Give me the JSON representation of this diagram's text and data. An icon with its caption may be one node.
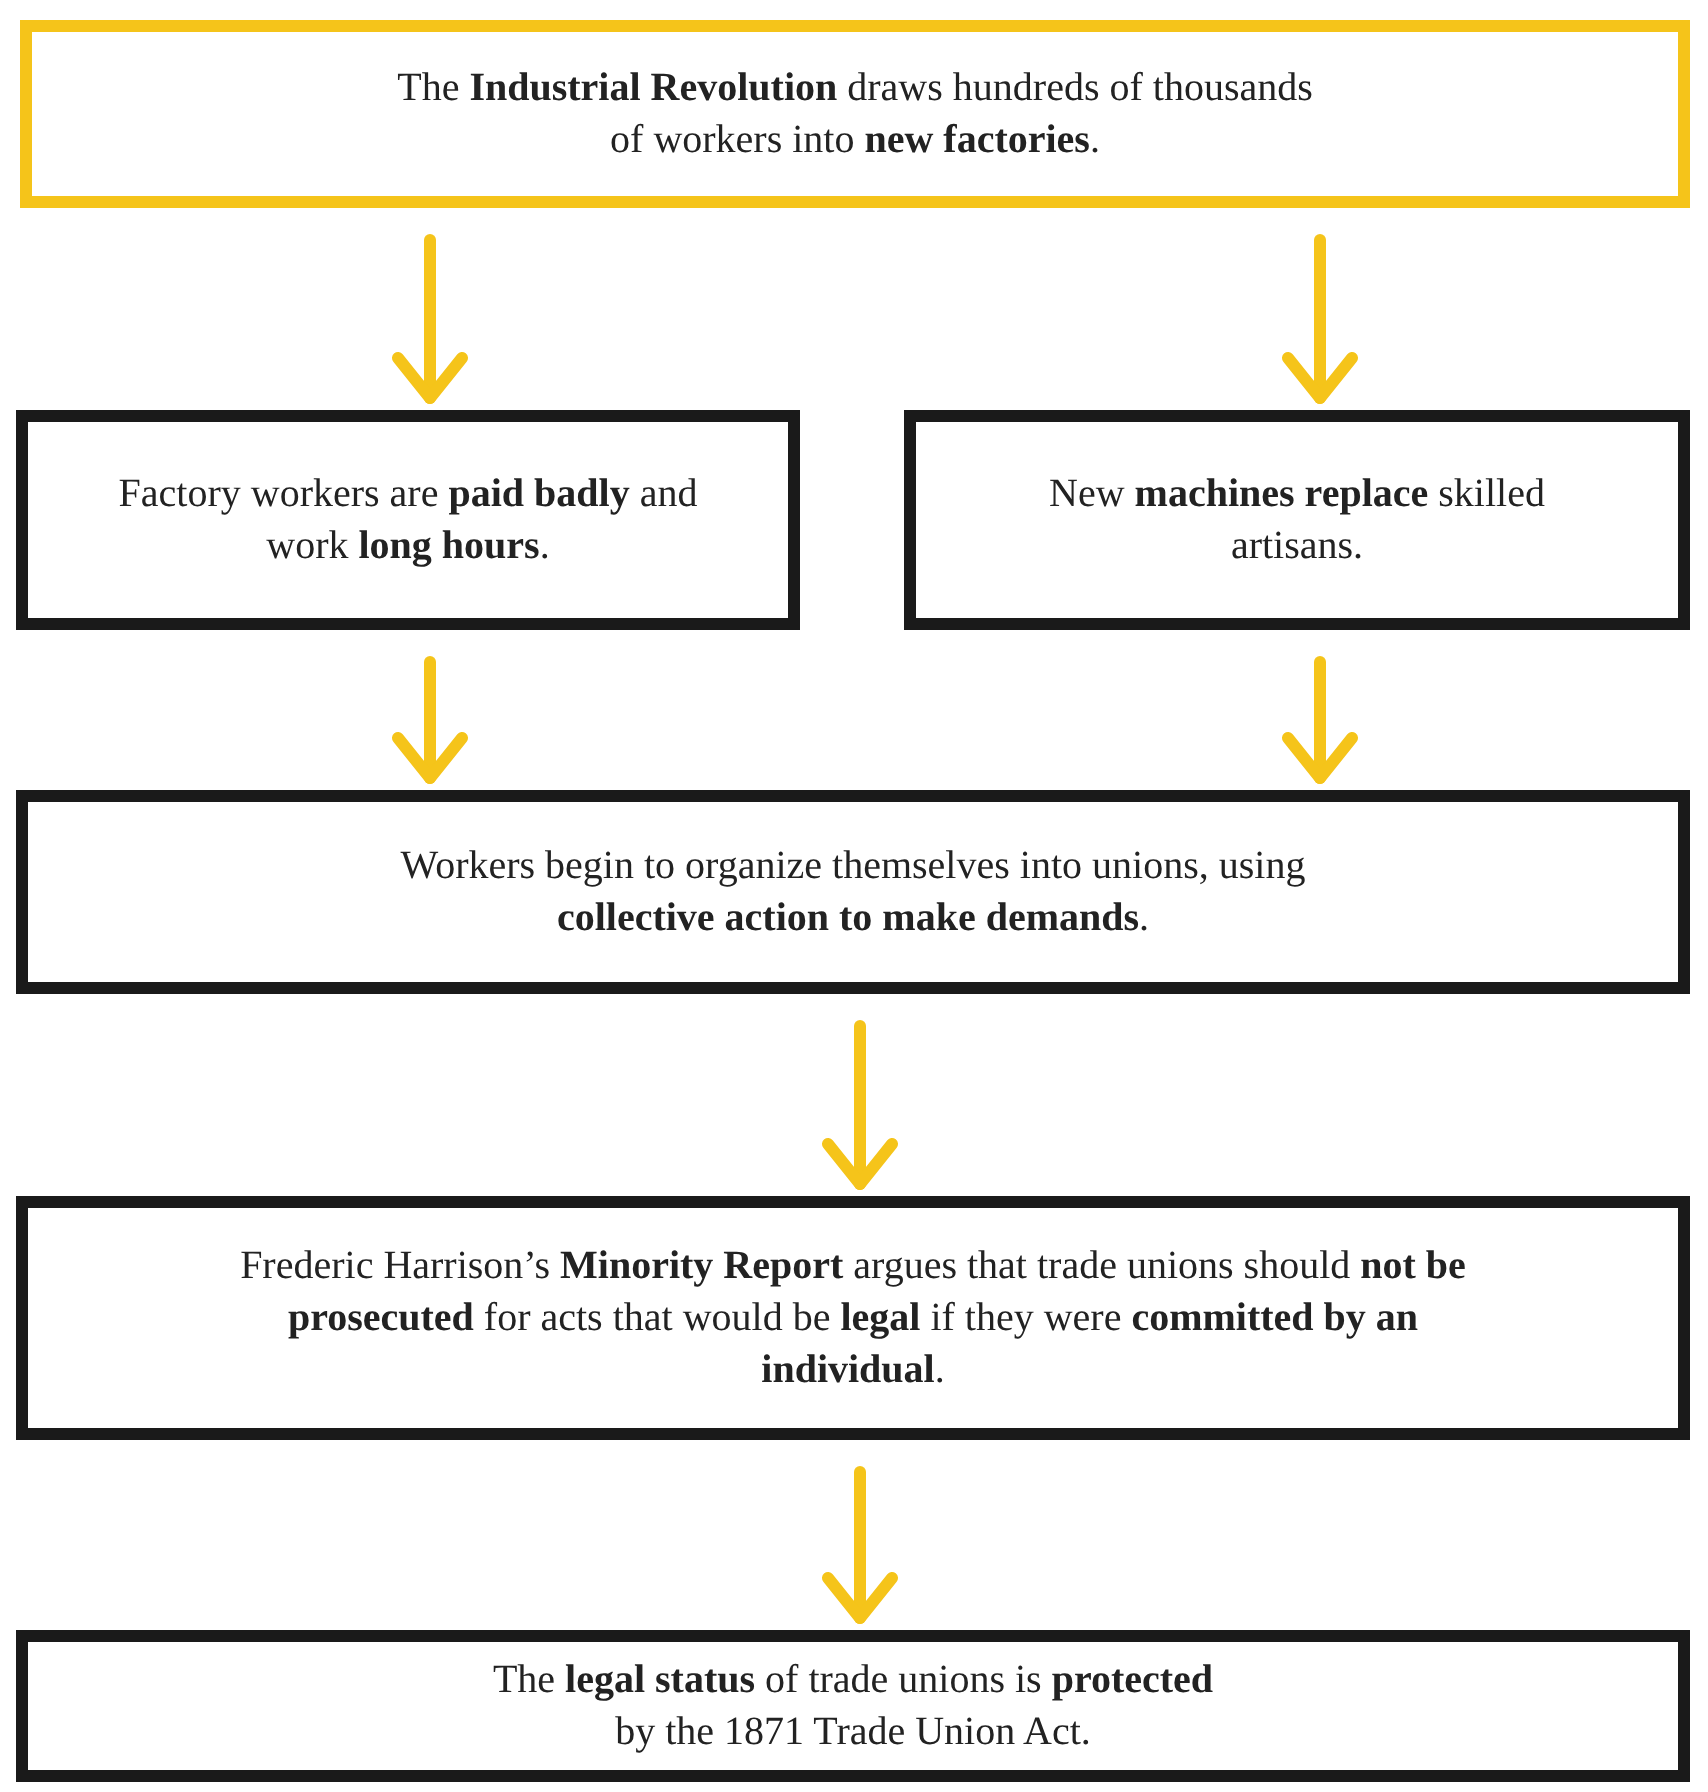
{
  "diagram": {
    "nodes": [
      {
        "text": [
          "The **Industrial Revolution** draws hundreds of thousands of workers into **new factories**."
        ]
      },
      {
        "text": [
          "Factory workers are **paid badly** and work **long hours**."
        ]
      },
      {
        "text": [
          "New **machines replace** skilled artisans."
        ]
      },
      {
        "text": [
          "Workers begin to organize themselves into unions, using **collective action to make demands**."
        ]
      },
      {
        "text": [
          "Frederic Harrison’s **Minority Report** argues that trade unions should **not be prosecuted** for acts that would be **legal** if they were **committed by an individual**."
        ]
      },
      {
        "text": [
          "The **legal status** of trade unions is **protected** by the 1871 Trade Union Act."
        ]
      }
    ],
    "edges": [
      {
        "from": 0,
        "to": 1,
        "arrow": "to"
      },
      {
        "from": 0,
        "to": 2,
        "arrow": "to"
      },
      {
        "from": 1,
        "to": 3,
        "arrow": "to"
      },
      {
        "from": 2,
        "to": 3,
        "arrow": "to"
      },
      {
        "from": 3,
        "to": 4,
        "arrow": "to"
      },
      {
        "from": 4,
        "to": 5,
        "arrow": "to"
      }
    ]
  }
}
